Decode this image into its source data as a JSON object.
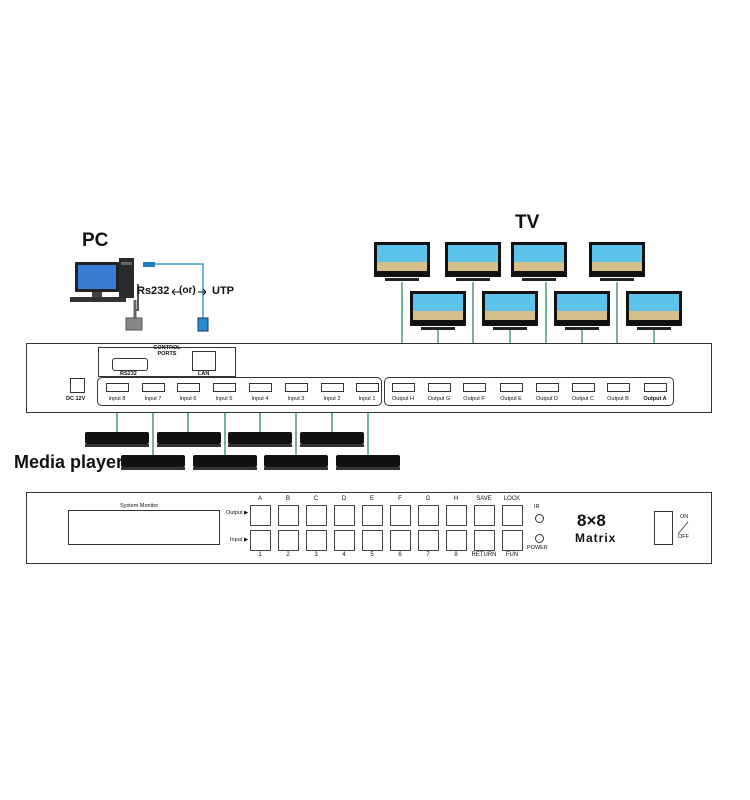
{
  "labels": {
    "pc": "PC",
    "tv": "TV",
    "media_player": "Media player",
    "rs232_link": "Rs232",
    "or_link": "(or)",
    "utp_link": "UTP"
  },
  "rear_panel": {
    "control_ports": "CONTROL PORTS",
    "rs232": "RS232",
    "lan": "LAN",
    "dc": "DC 12V",
    "inputs": [
      "Input 8",
      "Input 7",
      "Input 6",
      "Input 5",
      "Input 4",
      "Input 3",
      "Input 2",
      "Input 1"
    ],
    "outputs": [
      "Output H",
      "Output G",
      "Output F",
      "Output E",
      "Output D",
      "Output C",
      "Output B",
      "Output A"
    ]
  },
  "front_panel": {
    "system_monitor": "System Monitor",
    "output_row_label": "Output",
    "input_row_label": "Input",
    "top_letters": [
      "A",
      "B",
      "C",
      "D",
      "E",
      "F",
      "G",
      "H"
    ],
    "bottom_numbers": [
      "1",
      "2",
      "3",
      "4",
      "5",
      "6",
      "7",
      "8"
    ],
    "save": "SAVE",
    "lock": "LOCK",
    "return": "RETURN",
    "fun": "FUN",
    "ir": "IR",
    "power": "POWER",
    "matrix_size": "8×8",
    "matrix_word": "Matrix",
    "on": "ON",
    "off": "OFF"
  },
  "colors": {
    "cable": "#2e8b57",
    "utp_cable": "#3aa0c8",
    "panel_border": "#333333"
  }
}
